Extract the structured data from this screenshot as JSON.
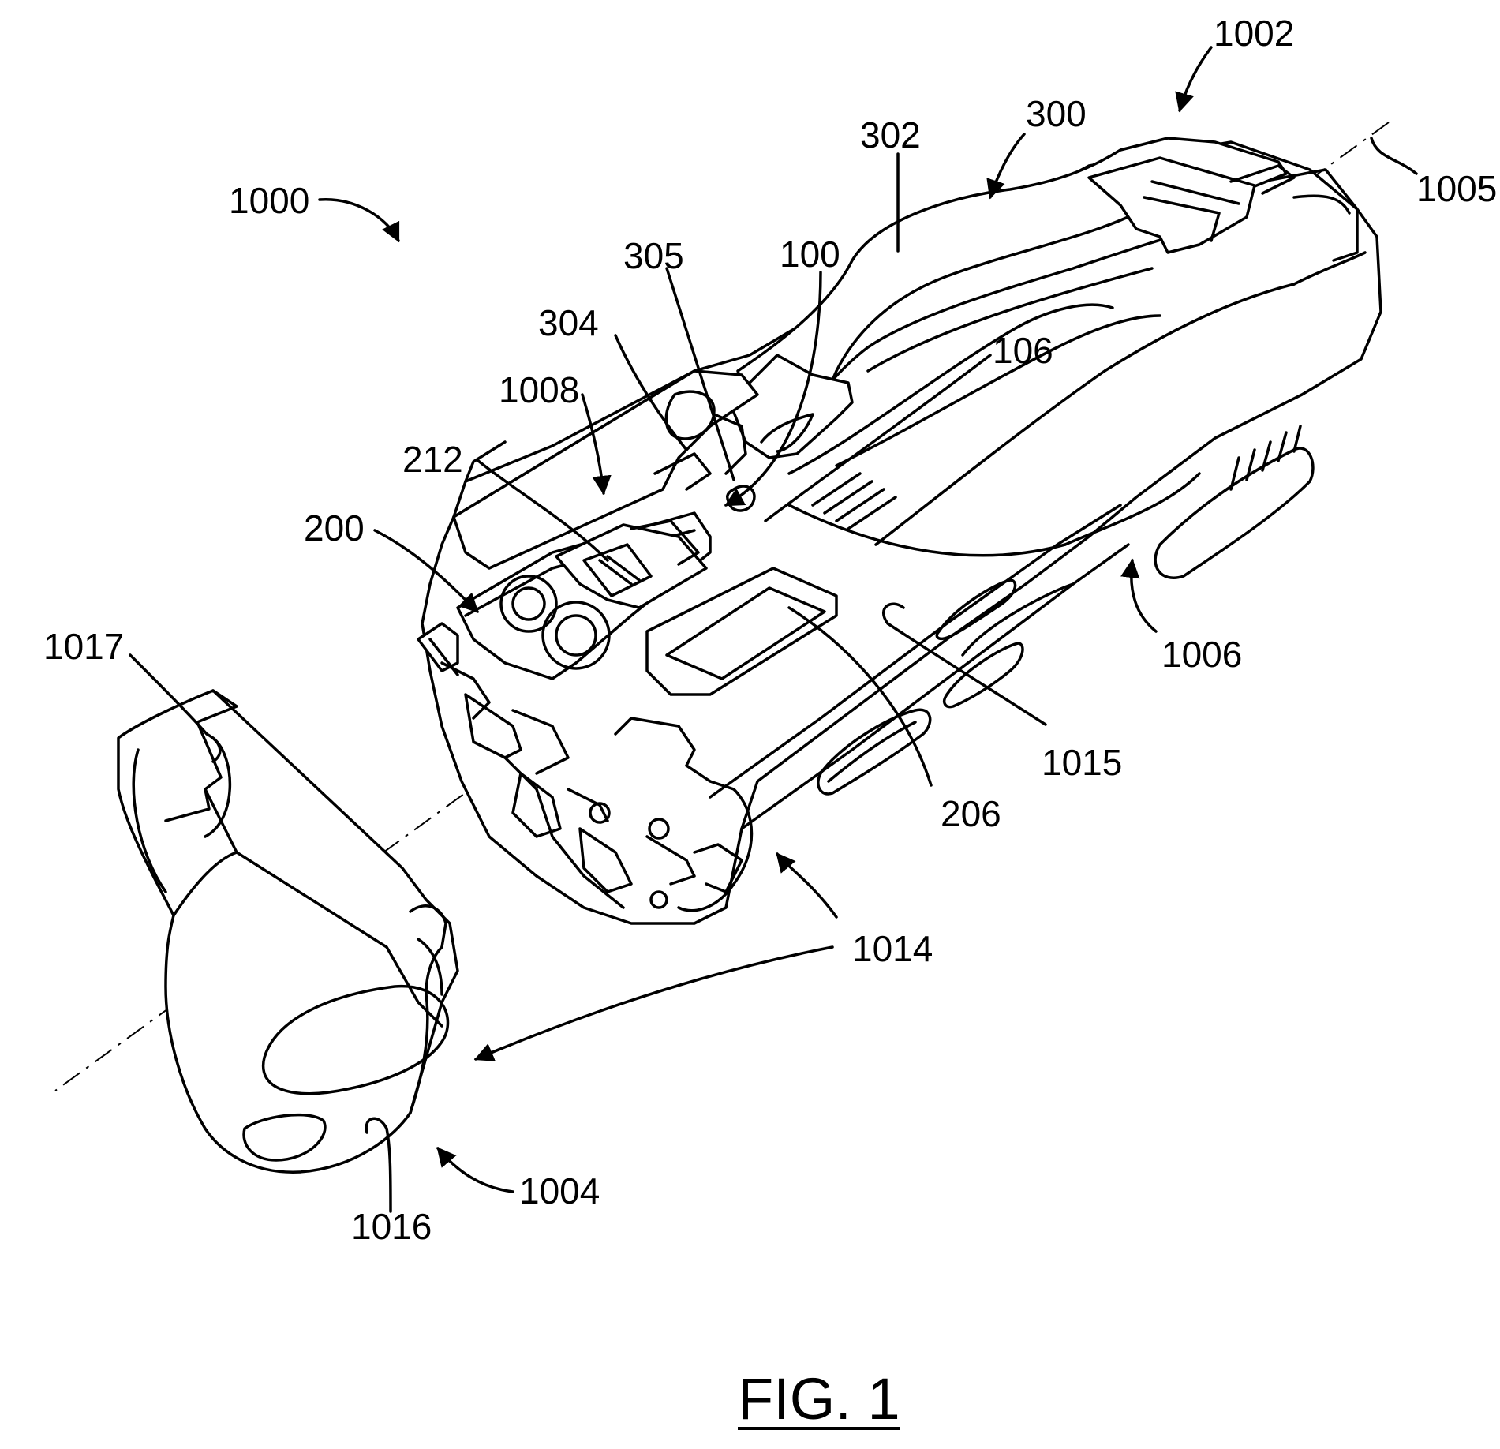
{
  "figure": {
    "caption": "FIG. 1",
    "labels": {
      "l1000": "1000",
      "l1002": "1002",
      "l300": "300",
      "l302": "302",
      "l1005": "1005",
      "l305": "305",
      "l100": "100",
      "l304": "304",
      "l106": "106",
      "l1008": "1008",
      "l212": "212",
      "l200": "200",
      "l1017": "1017",
      "l1006": "1006",
      "l1015": "1015",
      "l206": "206",
      "l1014": "1014",
      "l1004": "1004",
      "l1016": "1016"
    }
  }
}
